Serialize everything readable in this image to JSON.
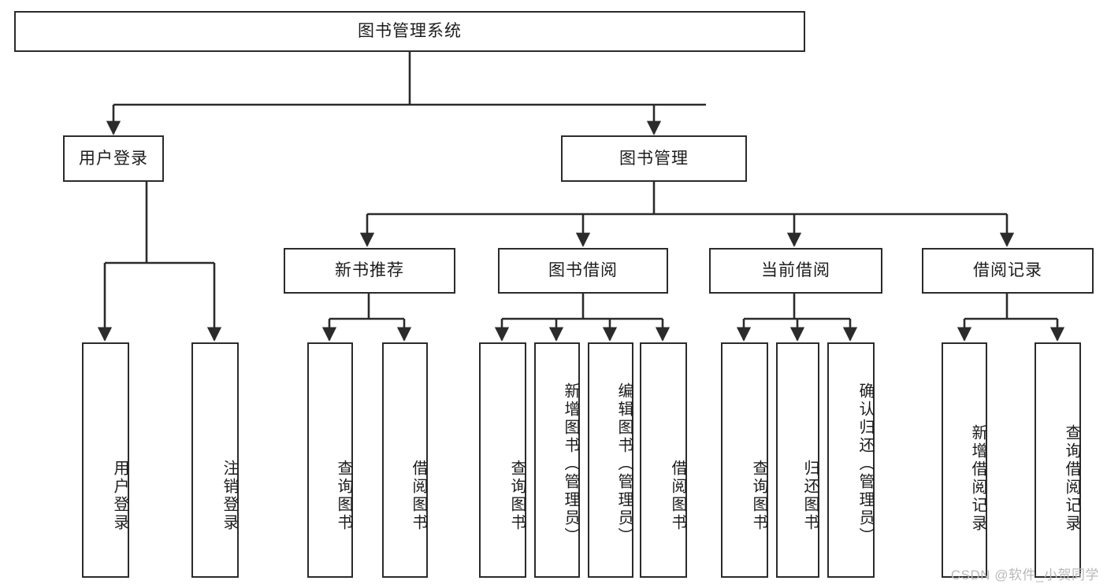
{
  "diagram": {
    "title": "图书管理系统",
    "type": "tree-hierarchy",
    "stroke_color": "#2b2b2b",
    "fill_color": "#ffffff",
    "text_color": "#1c1c1c"
  },
  "root": {
    "label": "图书管理系统"
  },
  "level2": [
    {
      "label": "用户登录"
    },
    {
      "label": "图书管理"
    }
  ],
  "level3": [
    {
      "label": "新书推荐"
    },
    {
      "label": "图书借阅"
    },
    {
      "label": "当前借阅"
    },
    {
      "label": "借阅记录"
    }
  ],
  "leaves": {
    "user_login": [
      {
        "label": "用户登录"
      },
      {
        "label": "注销登录"
      }
    ],
    "new_book": [
      {
        "label": "查询图书"
      },
      {
        "label": "借阅图书"
      }
    ],
    "book_borrow": [
      {
        "label": "查询图书"
      },
      {
        "label": "新增图书（管理员）"
      },
      {
        "label": "编辑图书（管理员）"
      },
      {
        "label": "借阅图书"
      }
    ],
    "current_borrow": [
      {
        "label": "查询图书"
      },
      {
        "label": "归还图书"
      },
      {
        "label": "确认归还（管理员）"
      }
    ],
    "borrow_record": [
      {
        "label": "新增借阅记录"
      },
      {
        "label": "查询借阅记录"
      }
    ]
  },
  "watermark": {
    "text": "CSDN @软件_小贺同学"
  }
}
